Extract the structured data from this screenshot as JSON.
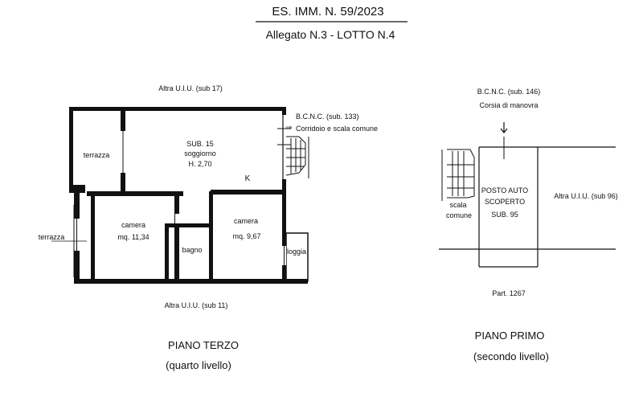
{
  "header": {
    "case_number": "ES. IMM.  N. 59/2023",
    "attachment": "Allegato N.3 - LOTTO N.4"
  },
  "third_floor": {
    "neighbor_top": "Altra U.I.U. (sub 17)",
    "neighbor_bottom": "Altra U.I.U. (sub 11)",
    "bcnc_line1": "B.C.N.C. (sub. 133)",
    "bcnc_line2": "Corridoio e scala comune",
    "bcnc_arrow": "⇒",
    "living_line1": "SUB. 15",
    "living_line2": "soggiorno",
    "living_line3": "H. 2,70",
    "kitchen_mark": "K",
    "terrace_top": "terrazza",
    "terrace_left": "terrazza",
    "room1_name": "camera",
    "room1_area": "mq. 11,34",
    "room2_name": "camera",
    "room2_area": "mq. 9,67",
    "bath": "bagno",
    "loggia": "loggia",
    "caption": "PIANO TERZO",
    "subcaption": "(quarto livello)"
  },
  "first_floor": {
    "bcnc_line1": "B.C.N.C. (sub. 146)",
    "bcnc_line2": "Corsia di manovra",
    "stair_line1": "scala",
    "stair_line2": "comune",
    "parking_line1": "POSTO AUTO",
    "parking_line2": "SCOPERTO",
    "parking_line3": "SUB. 95",
    "neighbor_right": "Altra U.I.U. (sub 96)",
    "parcel": "Part. 1267",
    "caption": "PIANO PRIMO",
    "subcaption": "(secondo livello)"
  }
}
